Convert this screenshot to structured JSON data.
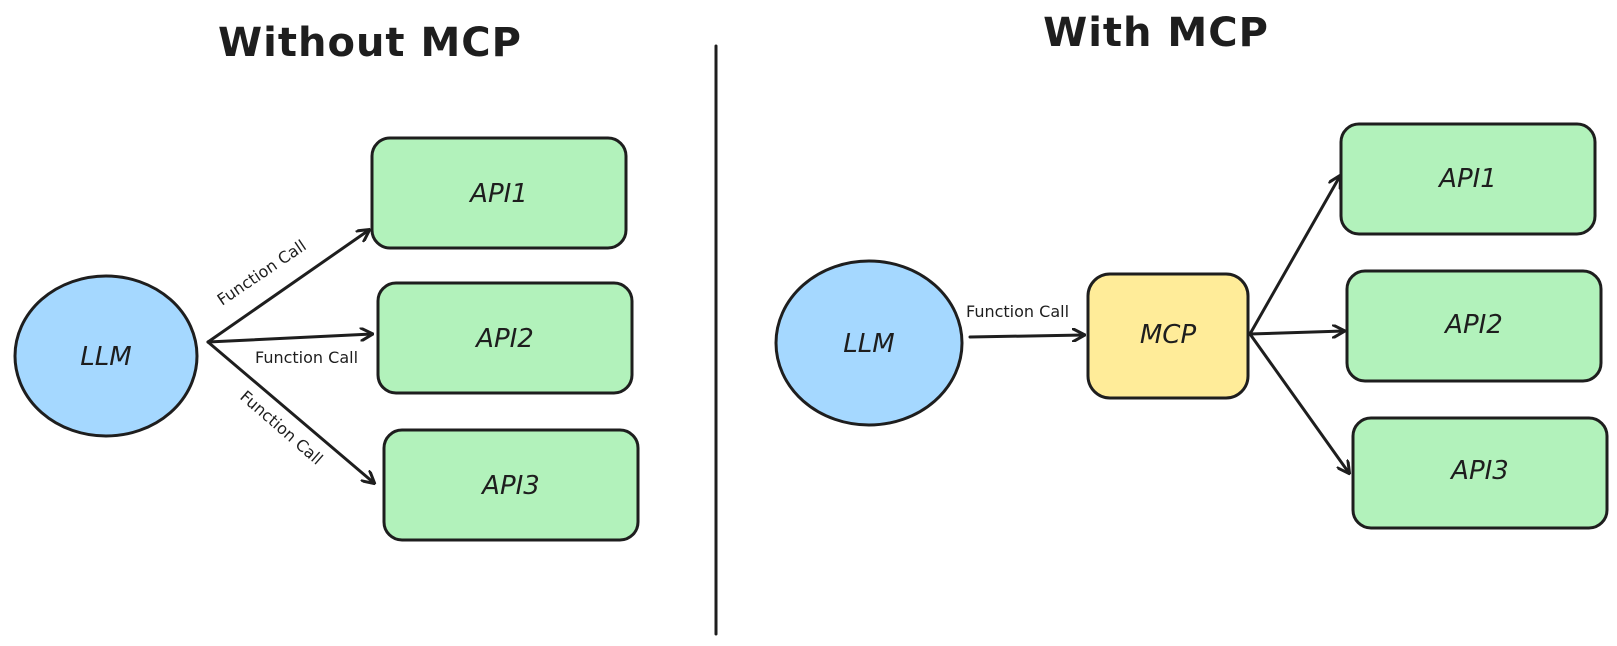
{
  "left_panel": {
    "title": "Without MCP",
    "llm_label": "LLM",
    "apis": [
      {
        "label": "API1"
      },
      {
        "label": "API2"
      },
      {
        "label": "API3"
      }
    ],
    "edge_labels": [
      "Function Call",
      "Function Call",
      "Function Call"
    ]
  },
  "right_panel": {
    "title": "With MCP",
    "llm_label": "LLM",
    "mcp_label": "MCP",
    "edge_label": "Function Call",
    "apis": [
      {
        "label": "API1"
      },
      {
        "label": "API2"
      },
      {
        "label": "API3"
      }
    ]
  },
  "colors": {
    "llm_fill": "#a5d8ff",
    "api_fill": "#b2f2bb",
    "mcp_fill": "#ffec99",
    "stroke": "#1e1e1e"
  }
}
